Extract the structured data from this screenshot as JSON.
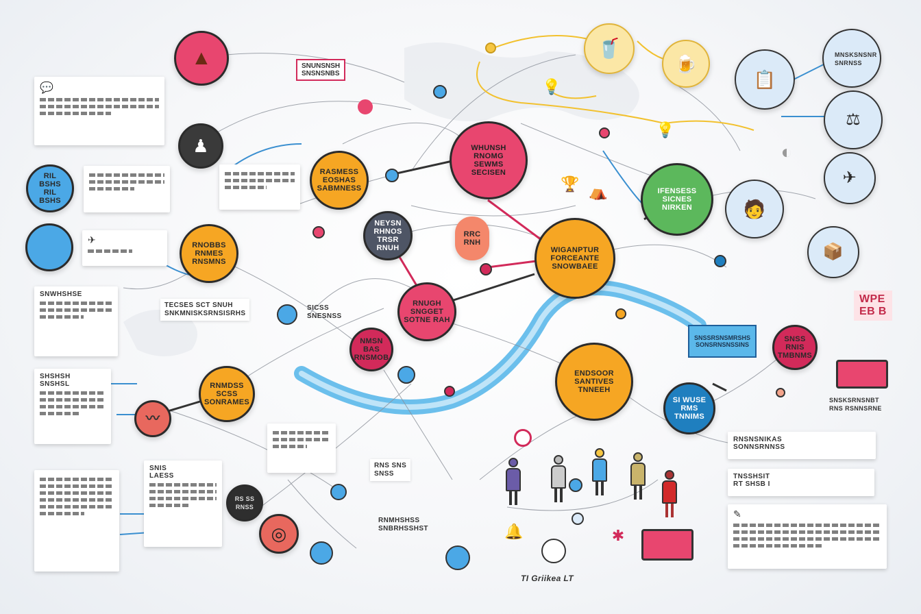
{
  "colors": {
    "pink": "#e8466f",
    "orange": "#f6a623",
    "blue": "#4ba8e6",
    "green": "#5cb85c",
    "slate": "#4e5565",
    "dark": "#2e2e2e",
    "teal": "#1f7fbf",
    "red": "#e15a5a",
    "crimson": "#d22a5a",
    "river": "#5bb8ea"
  },
  "nodes": {
    "center_main": "WIGANPTUR\nFORCEANTE\nSNOWBAEE",
    "pink_top": "WHUNSH\nRNOMG\nSEWMS\nSECISEN",
    "green_right": "IFENSESS\nSICNES\nNIRKEN",
    "orange_lower": "ENDSOOR\nSANTIVES\nTNNEEH",
    "orange_upper": "RASMESS\nEOSHAS\nSABMNESS",
    "slate_mid": "NEYSN\nRHNOS\nTRSR RNUH",
    "pink_mid": "RNUGH\nSNGGET\nSOTNE RAH",
    "pink_small": "NMSN\nBAS\nRNSMOB",
    "orange_left": "RNOBBS\nRNMES\nRNSMNS",
    "orange_lowleft": "RNMDSS\nSCSS\nSONRAMES",
    "teal_right": "SI WUSE\nRMS\nTNNIMS",
    "crimson_right": "SNSS\nRNIS\nTMBNMS",
    "blue_left": "RIL BSHS\nRIL BSHS",
    "dark_lower": "RS SS\nRNSS",
    "peach_pill": "RRC\nRNH"
  },
  "cards": {
    "tl_card": "",
    "upper_mid_card": "",
    "left_mid_header": "SNWHSHSE",
    "left_lower_header": "SHSHSH\nSNSHSL",
    "mid_label_1": "TECSES SCT SNUH\nSNKMNISKSRNSISRHS",
    "mid_label_2": "SICSS\nSNESNSS",
    "lower_left_card_header": "SNIS\nLAESS",
    "right_card_1": "RNSNSNIKAS\nSONNSRNNSS",
    "right_card_2": "TNSSHSIT\nRT SHSB I",
    "right_card_3": "",
    "right_label": "SNSKSRNSNBT\nRNS RSNNSRNE",
    "blue_box": "SNSSRSNSMRSHS\nSONSRNSNSSINS",
    "top_tag": "SNUNSNSH\nSNSNSNBS",
    "top_right_label": "MNSKSNSNR\nSNRNSS",
    "small_label_1": "RNS SNS\nSNSS",
    "small_label_2": "RNMHSHSS\nSNBRHSSHST",
    "bottom_caption": "TI Griikea LT",
    "red_note": "WPE\nEB B"
  }
}
